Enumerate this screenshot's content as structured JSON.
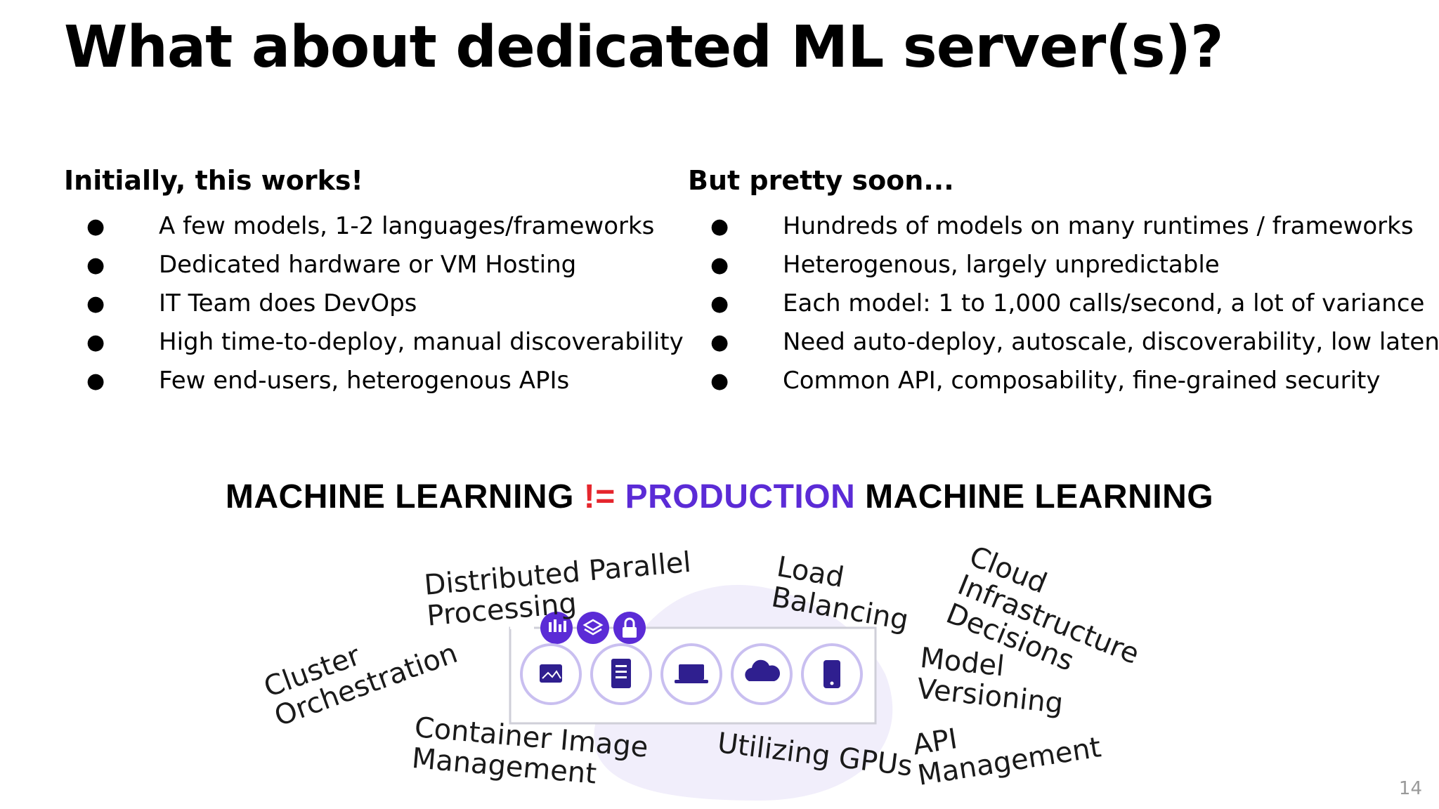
{
  "slide": {
    "title": "What about dedicated ML server(s)?",
    "page_number": "14"
  },
  "left_column": {
    "heading": "Initially, this works!",
    "bullet_glyph": "●",
    "items": [
      "A few models, 1-2 languages/frameworks",
      "Dedicated hardware or VM Hosting",
      "IT Team does DevOps",
      "High time-to-deploy, manual discoverability",
      "Few end-users, heterogenous APIs"
    ]
  },
  "right_column": {
    "heading": "But pretty soon...",
    "bullet_glyph": "●",
    "items": [
      "Hundreds of models on many runtimes / frameworks",
      "Heterogenous, largely unpredictable",
      "Each model: 1 to 1,000 calls/second, a lot of variance",
      "Need auto-deploy, autoscale, discoverability, low latency",
      "Common API, composability, fine-grained security"
    ]
  },
  "banner": {
    "part1": "MACHINE LEARNING ",
    "operator": "!=",
    "part2": " PRODUCTION",
    "part3": " MACHINE LEARNING",
    "colors": {
      "operator": "#e5262d",
      "production": "#5b2bd6"
    }
  },
  "floating_labels": {
    "distributed_parallel": "Distributed Parallel\nProcessing",
    "load_balancing": "Load\nBalancing",
    "cloud_infra": "Cloud\nInfrastructure\nDecisions",
    "cluster_orchestration": "Cluster\nOrchestration",
    "model_versioning": "Model\nVersioning",
    "container_image": "Container Image\nManagement",
    "utilizing_gpus": "Utilizing GPUs",
    "api_management": "API\nManagement"
  },
  "diagram": {
    "top_icons": [
      "chart-icon",
      "layers-icon",
      "lock-icon"
    ],
    "bottom_icons": [
      "image-icon",
      "document-icon",
      "laptop-icon",
      "cloud-icon",
      "tablet-icon"
    ],
    "accent": "#5b2bd6"
  }
}
